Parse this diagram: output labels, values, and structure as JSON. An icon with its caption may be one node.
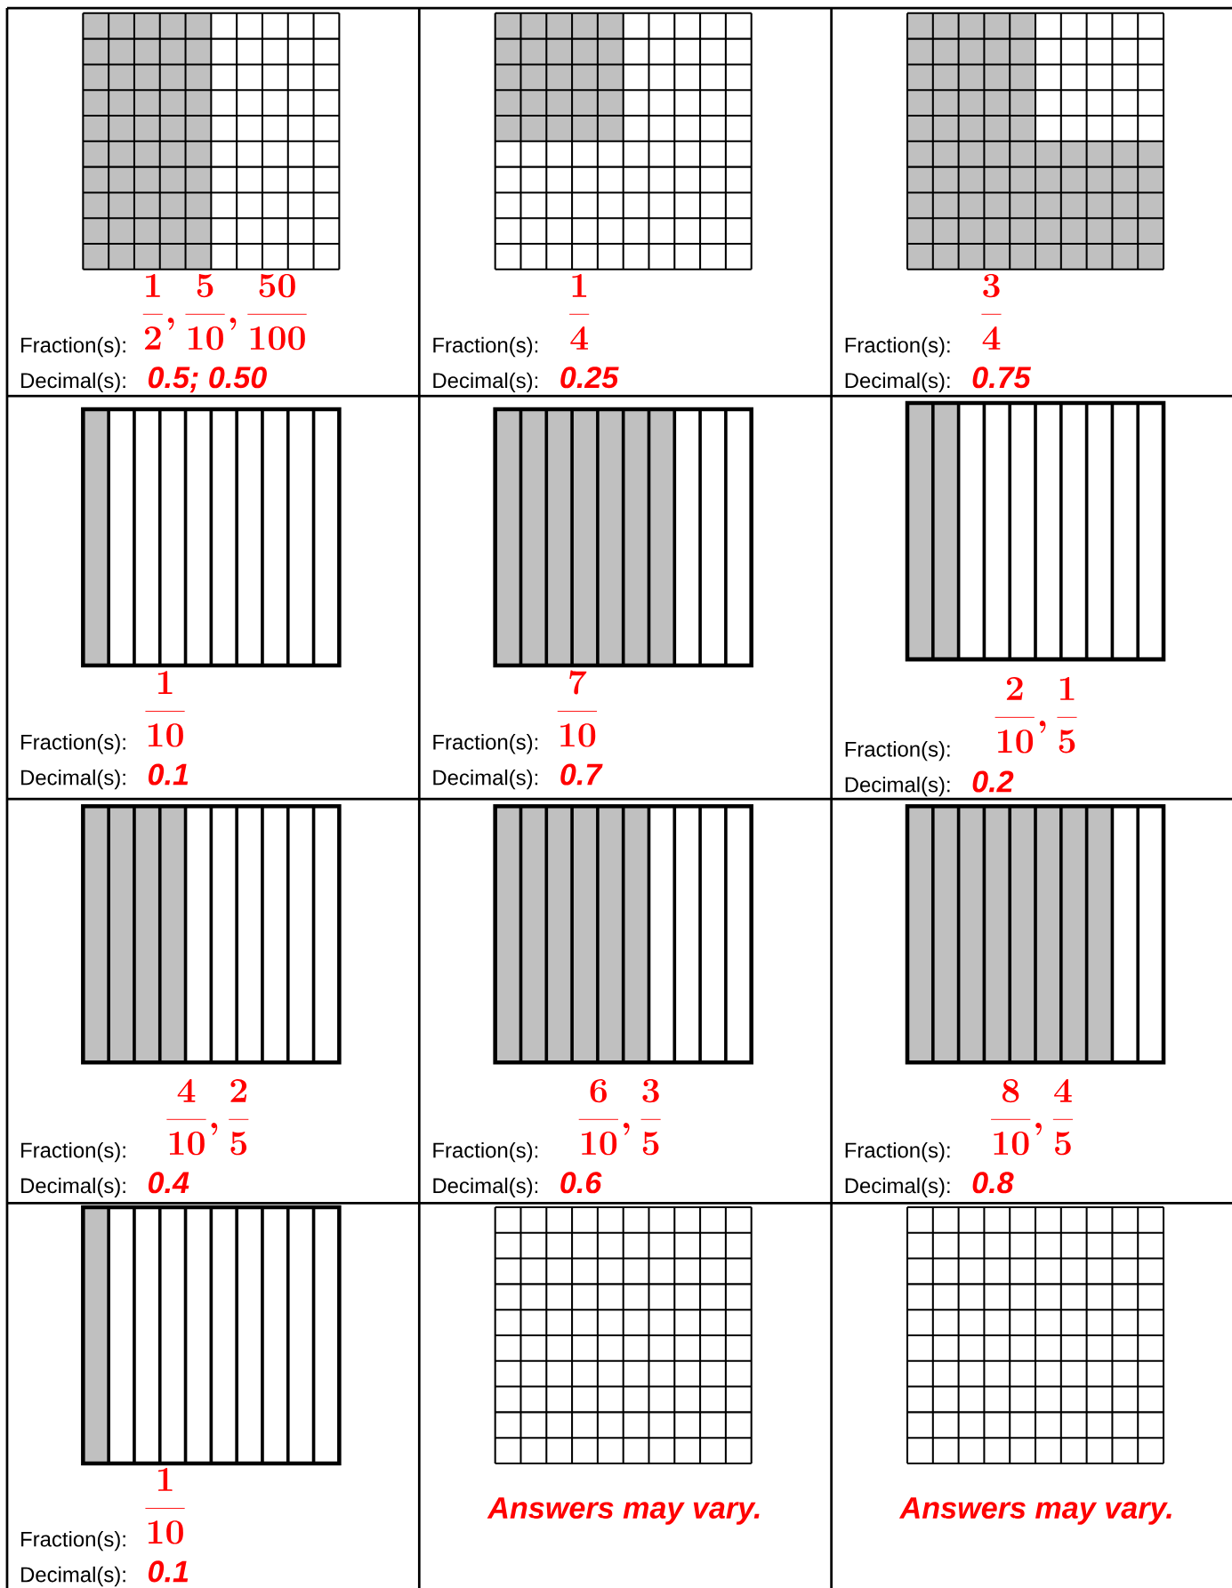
{
  "diagram": {
    "labels": [
      "\\frac{1}{2}, \\frac{5}{10}, \\frac{50}{100}",
      "Fraction(s):",
      "Decimal(s):",
      "0.5; 0.50",
      "\\frac{1}{4}",
      "Fraction(s):",
      "Decimal(s):",
      "0.25",
      "\\frac{3}{4}",
      "Fraction(s):",
      "Decimal(s):",
      "0.75",
      "\\frac{1}{10}",
      "Fraction(s):",
      "Decimal(s):",
      "0.1",
      "\\frac{7}{10}",
      "Fraction(s):",
      "Decimal(s):",
      "0.7",
      "\\frac{2}{10}, \\frac{1}{5}",
      "Fraction(s):",
      "Decimal(s):",
      "0.2",
      "\\frac{4}{10}, \\frac{2}{5}",
      "Fraction(s):",
      "Decimal(s):",
      "0.4",
      "\\frac{6}{10}, \\frac{3}{5}",
      "Fraction(s):",
      "Decimal(s):",
      "0.6",
      "\\frac{8}{10}, \\frac{4}{5}",
      "Fraction(s):",
      "Decimal(s):",
      "0.8",
      "\\frac{1}{10}",
      "Fraction(s):",
      "Decimal(s):",
      "0.1",
      "Answers may vary.",
      "Answers may vary."
    ]
  }
}
